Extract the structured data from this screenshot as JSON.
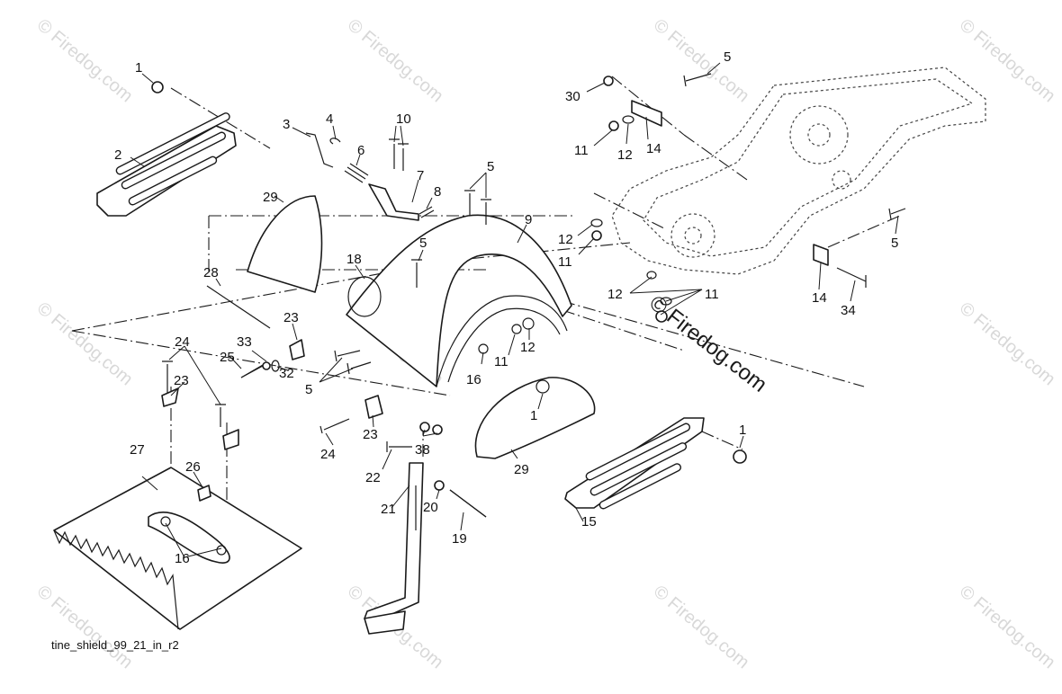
{
  "watermark": {
    "text": "© Firedog.com",
    "color": "#d8d8d8"
  },
  "watermark_main": "© Firedog.com",
  "caption": "tine_shield_99_21_in_r2",
  "callouts": [
    {
      "n": "1"
    },
    {
      "n": "2"
    },
    {
      "n": "3"
    },
    {
      "n": "4"
    },
    {
      "n": "10"
    },
    {
      "n": "6"
    },
    {
      "n": "5"
    },
    {
      "n": "7"
    },
    {
      "n": "8"
    },
    {
      "n": "29"
    },
    {
      "n": "9"
    },
    {
      "n": "5"
    },
    {
      "n": "18"
    },
    {
      "n": "28"
    },
    {
      "n": "23"
    },
    {
      "n": "33"
    },
    {
      "n": "24"
    },
    {
      "n": "25"
    },
    {
      "n": "32"
    },
    {
      "n": "5"
    },
    {
      "n": "23"
    },
    {
      "n": "16"
    },
    {
      "n": "11"
    },
    {
      "n": "12"
    },
    {
      "n": "1"
    },
    {
      "n": "23"
    },
    {
      "n": "24"
    },
    {
      "n": "38"
    },
    {
      "n": "22"
    },
    {
      "n": "29"
    },
    {
      "n": "21"
    },
    {
      "n": "20"
    },
    {
      "n": "19"
    },
    {
      "n": "27"
    },
    {
      "n": "26"
    },
    {
      "n": "16"
    },
    {
      "n": "15"
    },
    {
      "n": "1"
    },
    {
      "n": "30"
    },
    {
      "n": "5"
    },
    {
      "n": "11"
    },
    {
      "n": "12"
    },
    {
      "n": "14"
    },
    {
      "n": "12"
    },
    {
      "n": "11"
    },
    {
      "n": "5"
    },
    {
      "n": "12"
    },
    {
      "n": "11"
    },
    {
      "n": "14"
    },
    {
      "n": "34"
    }
  ]
}
